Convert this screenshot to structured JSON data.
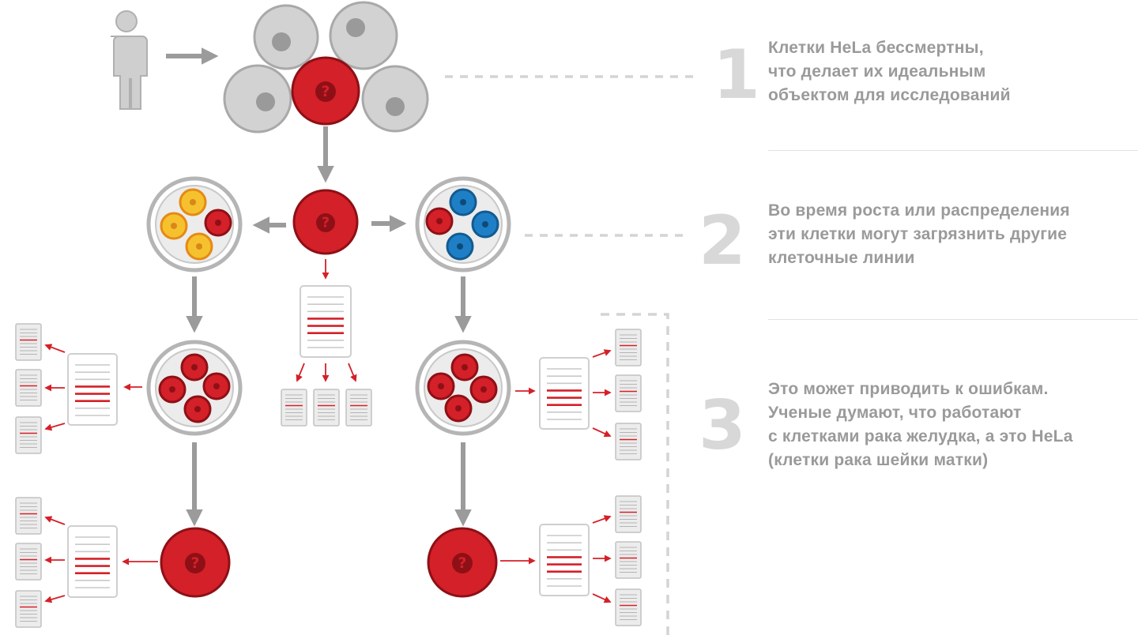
{
  "steps": [
    {
      "number": "1",
      "lines": [
        "Клетки HeLa бессмертны,",
        "что делает их идеальным",
        "объектом для исследований"
      ]
    },
    {
      "number": "2",
      "lines": [
        "Во время роста или распределения",
        "эти клетки могут загрязнить другие",
        "клеточные линии"
      ]
    },
    {
      "number": "3",
      "lines": [
        "Это может приводить к ошибкам.",
        "Ученые думают, что работают",
        "с клетками рака желудка, а это HeLa",
        "(клетки рака шейки матки)"
      ]
    }
  ],
  "unknown_cell_mark": "?",
  "colors": {
    "hela_red": "#d42028",
    "hela_dark": "#8e1016",
    "gray_cell": "#d2d2d2",
    "gray_nucleus": "#9a9a9a",
    "arrow_gray": "#9b9b9b",
    "arrow_red": "#d42028",
    "yellow_cell": "#f6c12e",
    "blue_cell": "#1f7fc6",
    "numeral": "#d8d8d8",
    "caption": "#9a9a9a"
  },
  "icons": [
    "person-icon",
    "hela-cell-icon",
    "petri-dish-icon",
    "document-icon",
    "arrow-icon"
  ]
}
